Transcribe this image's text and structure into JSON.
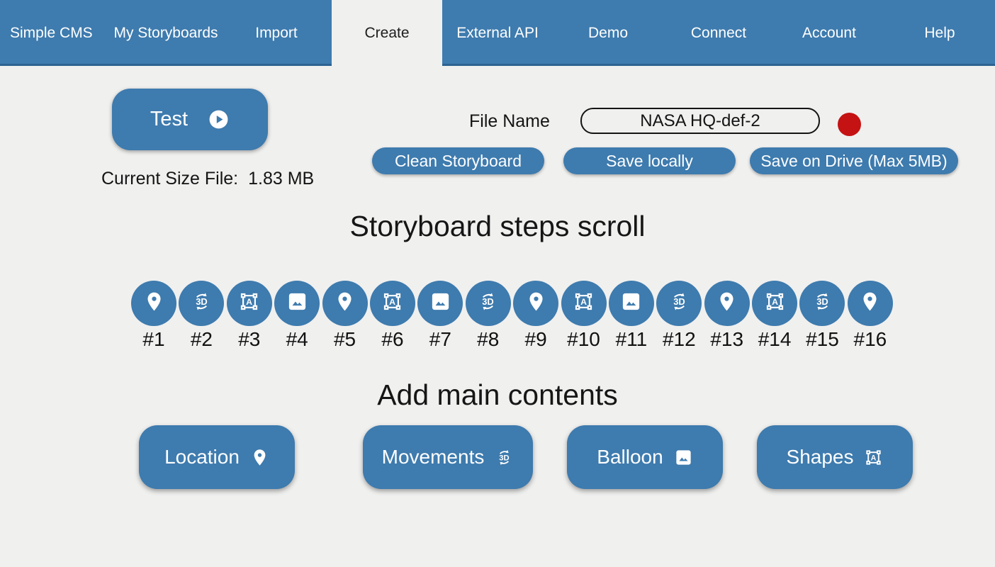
{
  "colors": {
    "accent": "#3e7bae",
    "accent_dark": "#2c6392",
    "background": "#f0f0ef",
    "text_dark": "#141414",
    "red_dot": "#c51212",
    "white": "#ffffff"
  },
  "nav": {
    "brand": "Simple CMS",
    "items": [
      {
        "label": "My Storyboards",
        "active": false
      },
      {
        "label": "Import",
        "active": false
      },
      {
        "label": "Create",
        "active": true
      },
      {
        "label": "External API",
        "active": false
      },
      {
        "label": "Demo",
        "active": false
      },
      {
        "label": "Connect",
        "active": false
      },
      {
        "label": "Account",
        "active": false
      },
      {
        "label": "Help",
        "active": false
      }
    ]
  },
  "toolbar": {
    "test_label": "Test",
    "test_icon": "play-circle",
    "size_label": "Current Size File:",
    "size_value": "1.83 MB",
    "file_name_label": "File Name",
    "file_name_value": "NASA HQ-def-2",
    "status_indicator": "red-dot",
    "clean_label": "Clean Storyboard",
    "save_local_label": "Save locally",
    "save_drive_label": "Save on Drive (Max 5MB)"
  },
  "steps_section": {
    "title": "Storyboard steps scroll",
    "steps": [
      {
        "label": "#1",
        "icon": "location-pin"
      },
      {
        "label": "#2",
        "icon": "3d-rotation"
      },
      {
        "label": "#3",
        "icon": "format-shapes"
      },
      {
        "label": "#4",
        "icon": "image"
      },
      {
        "label": "#5",
        "icon": "location-pin"
      },
      {
        "label": "#6",
        "icon": "format-shapes"
      },
      {
        "label": "#7",
        "icon": "image"
      },
      {
        "label": "#8",
        "icon": "3d-rotation"
      },
      {
        "label": "#9",
        "icon": "location-pin"
      },
      {
        "label": "#10",
        "icon": "format-shapes"
      },
      {
        "label": "#11",
        "icon": "image"
      },
      {
        "label": "#12",
        "icon": "3d-rotation"
      },
      {
        "label": "#13",
        "icon": "location-pin"
      },
      {
        "label": "#14",
        "icon": "format-shapes"
      },
      {
        "label": "#15",
        "icon": "3d-rotation"
      },
      {
        "label": "#16",
        "icon": "location-pin"
      }
    ]
  },
  "contents_section": {
    "title": "Add main contents",
    "buttons": [
      {
        "label": "Location",
        "icon": "location-pin"
      },
      {
        "label": "Movements",
        "icon": "3d-rotation"
      },
      {
        "label": "Balloon",
        "icon": "image"
      },
      {
        "label": "Shapes",
        "icon": "format-shapes"
      }
    ]
  }
}
